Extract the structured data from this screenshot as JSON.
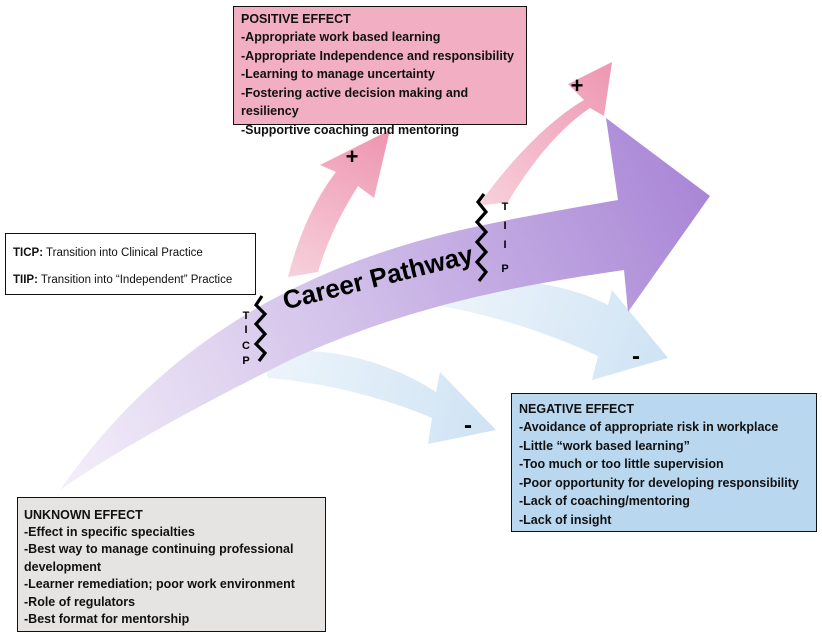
{
  "positive_effect": {
    "heading": "POSITIVE EFFECT",
    "items": [
      "-Appropriate work based learning",
      "-Appropriate Independence and responsibility",
      "-Learning to manage uncertainty",
      "-Fostering active decision making and resiliency",
      "-Supportive coaching and mentoring"
    ]
  },
  "negative_effect": {
    "heading": "NEGATIVE EFFECT",
    "items": [
      "-Avoidance of appropriate risk in workplace",
      "-Little “work based learning”",
      "-Too much or too little supervision",
      "-Poor opportunity for developing responsibility",
      "-Lack of coaching/mentoring",
      "-Lack of insight"
    ]
  },
  "unknown_effect": {
    "heading": "UNKNOWN EFFECT",
    "items": [
      "-Effect in specific specialties",
      "-Best way to manage continuing professional development",
      "-Learner remediation; poor work environment",
      "-Role of regulators",
      "-Best format for mentorship"
    ]
  },
  "legend": {
    "ticp_abbr": "TICP:",
    "ticp_text": " Transition into Clinical Practice",
    "tiip_abbr": "TIIP:",
    "tiip_text": " Transition into “Independent” Practice"
  },
  "career_pathway_label": "Career Pathway",
  "ticp_letters": [
    "T",
    "I",
    "C",
    "P"
  ],
  "tiip_letters": [
    "T",
    "I",
    "I",
    "P"
  ],
  "signs": {
    "plus_left": "+",
    "plus_right": "+",
    "minus_left": "-",
    "minus_right": "-"
  },
  "colors": {
    "positive_box": "#f2aec3",
    "negative_box": "#b9d8ef",
    "unknown_box": "#e6e3e3",
    "pink_arrow": "#ef9fb7",
    "blue_arrow": "#d4e6f5",
    "purple_arrow": "#b393d8"
  }
}
